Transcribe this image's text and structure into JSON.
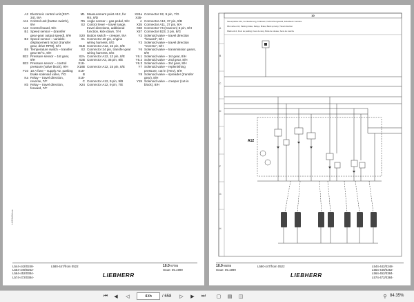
{
  "left_page": {
    "column1": [
      {
        "code": "A2",
        "desc": "Electronic control unit (EST-34), 9/A"
      },
      {
        "code": "A11",
        "desc": "Control unit (button switch), 9/A"
      },
      {
        "code": "A12",
        "desc": "Control board, 9/C"
      },
      {
        "code": "B1",
        "desc": "Speed sensor – (transfer gear-gear output speed), 9/H"
      },
      {
        "code": "B2",
        "desc": "Speed sensor – variable-displacement motor (transfer gear, drive RPM), 9/H"
      },
      {
        "code": "B5",
        "desc": "Temperature switch – transfer gear 50°C, 9/H"
      },
      {
        "code": "B22",
        "desc": "Pressure sensor – 1st gear, 9/H"
      },
      {
        "code": "B23",
        "desc": "Pressure sensor – control pressure (valve block), 9/H"
      },
      {
        "code": "F10",
        "desc": "10 A fuse – supply A2, parking brake solenoid valve, 7/G"
      },
      {
        "code": "Ka",
        "desc": "Relay – travel direction, reverse, 7/F"
      },
      {
        "code": "Kb",
        "desc": "Relay – travel direction, forward, 7/F"
      }
    ],
    "column2": [
      {
        "code": "M1",
        "desc": "Measurement point A12, for RS, 9/D"
      },
      {
        "code": "R5",
        "desc": "Angle sensor – gas pedal, 9/H"
      },
      {
        "code": "S2",
        "desc": "Control lever – travel range, travel directions, additional function, kick-down, 7/H"
      },
      {
        "code": "S20",
        "desc": "Button switch – creeper, 9/A"
      },
      {
        "code": "X1",
        "desc": "Connector 40 pin, engine wiring harness, 8/G"
      },
      {
        "code": "X1B",
        "desc": "Connector A12, 15 pin, 8/E"
      },
      {
        "code": "X2",
        "desc": "Connector 24 pin, transfer gear wiring harness, 8/G"
      },
      {
        "code": "X2A",
        "desc": "Connector A12, 12 pin, 8/E"
      },
      {
        "code": "X2B",
        "desc": "Connector A2, 35 pin, 8/E"
      },
      {
        "code": "X18-",
        "desc": ""
      },
      {
        "code": "X18B",
        "desc": "Connector A12, 15 pin, 8/E"
      },
      {
        "code": "X18-",
        "desc": ""
      },
      {
        "code": "B",
        "desc": ""
      },
      {
        "code": "X18-",
        "desc": ""
      },
      {
        "code": "C",
        "desc": "Connector A12, 9 pin, 9/B"
      },
      {
        "code": "X24",
        "desc": "Connector A12, 9 pin, 7/E"
      }
    ],
    "column3": [
      {
        "code": "X24a",
        "desc": "Connector S2, 9 pin, 7/G"
      },
      {
        "code": "X35-",
        "desc": ""
      },
      {
        "code": "A",
        "desc": "Connector A12, 37 pin, 9/B"
      },
      {
        "code": "X35",
        "desc": "Connector A11, 37 pin, 9/A"
      },
      {
        "code": "X58",
        "desc": "Connector Y6 (Cannon) 6 pin, 8/H"
      },
      {
        "code": "X57",
        "desc": "Connector B23, 3 pin, 8/G"
      },
      {
        "code": "Y2",
        "desc": "Solenoid valve – travel direction \"forward\", 8/H"
      },
      {
        "code": "Y3",
        "desc": "Solenoid valve – travel direction \"reverse\", 8/H"
      },
      {
        "code": "Y6",
        "desc": "Solenoid valve – transmission gears, 8/H"
      },
      {
        "code": "Y6.1",
        "desc": "Solenoid valve – 1st gear, 8/H"
      },
      {
        "code": "Y6.2",
        "desc": "Solenoid valve – 2nd gear, 8/H"
      },
      {
        "code": "Y6.3",
        "desc": "Solenoid valve – 3rd gear, 8/H"
      },
      {
        "code": "Y7",
        "desc": "Solenoid valve – replenishing pressure, cut-in (AKV), 8/H"
      },
      {
        "code": "Y8",
        "desc": "Solenoid valve – spreader (transfer gear), 8/H"
      },
      {
        "code": "Y19",
        "desc": "Solenoid valve – creeper (cut-in block), 8/H"
      }
    ],
    "vertical_code": "LH/ES/ASifrom",
    "footer": {
      "models": [
        "L544-442/0248-",
        "L554-449/0252-",
        "L564-452/0384-",
        "L574-472/0384-"
      ],
      "model_range": "L580-447/from 0522",
      "brand": "LIEBHERR",
      "page_number": "10.0",
      "page_suffix": "-87/86",
      "issue": "Issue: 05.1999"
    }
  },
  "right_page": {
    "sheet_number": "10",
    "header_lines": [
      "Steuerplatine A12, Fernbedienung, Kickdown, Fahrtrichtungswahl, Kabelbaum Getriebe",
      "Pilot valve A12, Parking brake, Relays, Brake, Back up lamp, Travel direction",
      "Platine A12, Frein de parking, Feux de stop, Boîte de vitesse, Sens de marche"
    ],
    "row_letters": [
      "A",
      "B",
      "C",
      "D",
      "E",
      "F",
      "G",
      "H"
    ],
    "component_label": "A12",
    "footer": {
      "page_number": "10.0",
      "page_suffix": "-85/86",
      "issue": "Issue: 05.1999",
      "model_range": "L580-447/from 0522",
      "brand": "LIEBHERR",
      "models": [
        "L544-442/0248-",
        "L554-449/0252-",
        "L564-452/0384-",
        "L574-472/0384-"
      ]
    }
  },
  "statusbar": {
    "page_value": "435",
    "page_total": "/ 658",
    "zoom": "84.35%"
  }
}
